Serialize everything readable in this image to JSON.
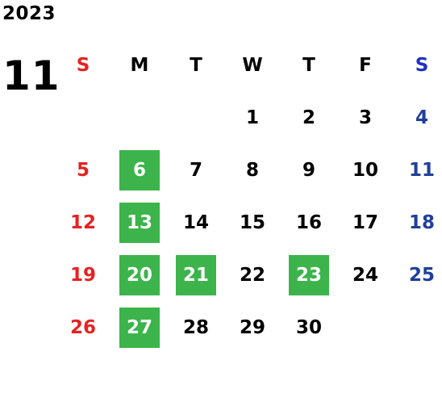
{
  "calendar": {
    "year": "2023",
    "month": "11",
    "weekdays": [
      {
        "label": "S",
        "color": "#e52222"
      },
      {
        "label": "M",
        "color": "#000000"
      },
      {
        "label": "T",
        "color": "#000000"
      },
      {
        "label": "W",
        "color": "#000000"
      },
      {
        "label": "T",
        "color": "#000000"
      },
      {
        "label": "F",
        "color": "#000000"
      },
      {
        "label": "S",
        "color": "#1f2fc4"
      }
    ],
    "weeks": [
      [
        "",
        "",
        "",
        "1",
        "2",
        "3",
        "4"
      ],
      [
        "5",
        "6",
        "7",
        "8",
        "9",
        "10",
        "11"
      ],
      [
        "12",
        "13",
        "14",
        "15",
        "16",
        "17",
        "18"
      ],
      [
        "19",
        "20",
        "21",
        "22",
        "23",
        "24",
        "25"
      ],
      [
        "26",
        "27",
        "28",
        "29",
        "30",
        "",
        ""
      ]
    ],
    "highlighted_days": [
      "6",
      "13",
      "20",
      "21",
      "23",
      "27"
    ],
    "colors": {
      "sunday": "#e52222",
      "saturday": "#1f3f9a",
      "weekday": "#000000",
      "highlight_bg": "#3cb44b",
      "highlight_text": "#ffffff"
    }
  }
}
